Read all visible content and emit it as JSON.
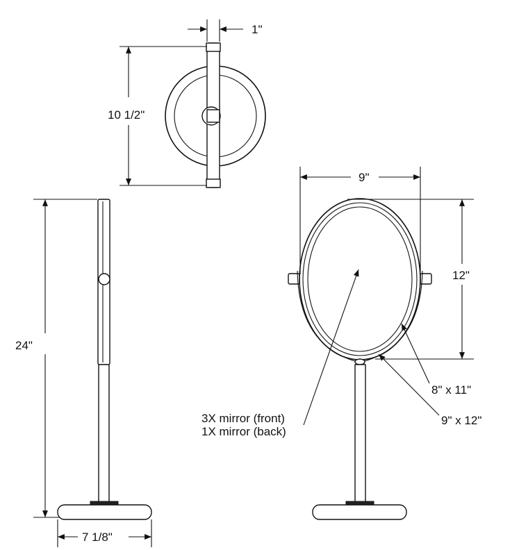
{
  "dimensions": {
    "depth": "1\"",
    "mirror_diameter_side": "10 1/2\"",
    "width": "9\"",
    "mirror_height": "12\"",
    "total_height": "24\"",
    "base_width": "7 1/8\""
  },
  "callouts": {
    "inner_mirror": "8\" x 11\"",
    "outer_mirror": "9\" x 12\"",
    "mirror_front": "3X mirror (front)",
    "mirror_back": "1X mirror (back)"
  }
}
